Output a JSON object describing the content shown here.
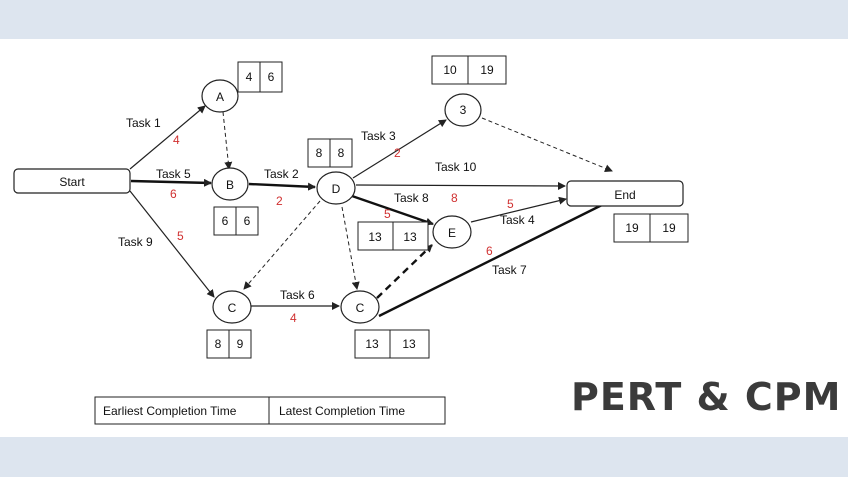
{
  "nodes": {
    "start": "Start",
    "end": "End",
    "a": "A",
    "b": "B",
    "d": "D",
    "e": "E",
    "c_left": "C",
    "c_mid": "C",
    "n3": "3"
  },
  "time_boxes": {
    "a": [
      "4",
      "6"
    ],
    "b": [
      "6",
      "6"
    ],
    "d": [
      "8",
      "8"
    ],
    "e": [
      "13",
      "13"
    ],
    "c_left": [
      "8",
      "9"
    ],
    "c_mid": [
      "13",
      "13"
    ],
    "n3": [
      "10",
      "19"
    ],
    "end": [
      "19",
      "19"
    ]
  },
  "tasks": {
    "task1": {
      "label": "Task 1",
      "duration": "4"
    },
    "task2": {
      "label": "Task 2",
      "duration": "2"
    },
    "task3": {
      "label": "Task 3",
      "duration": "2"
    },
    "task4": {
      "label": "Task 4",
      "duration": "5"
    },
    "task5": {
      "label": "Task 5",
      "duration": "6"
    },
    "task6": {
      "label": "Task 6",
      "duration": "4"
    },
    "task7": {
      "label": "Task 7",
      "duration": "6"
    },
    "task8": {
      "label": "Task 8",
      "duration": "8"
    },
    "task9": {
      "label": "Task 9",
      "duration": "5"
    },
    "task10": {
      "label": "Task 10"
    }
  },
  "extra_durations": {
    "d_to_e": "5"
  },
  "legend": {
    "earliest": "Earliest Completion Time",
    "latest": "Latest Completion Time"
  },
  "brand": "PERT & CPM",
  "colors": {
    "band": "#dde5ef",
    "duration": "#d03030",
    "brand": "#3b3b3b"
  }
}
